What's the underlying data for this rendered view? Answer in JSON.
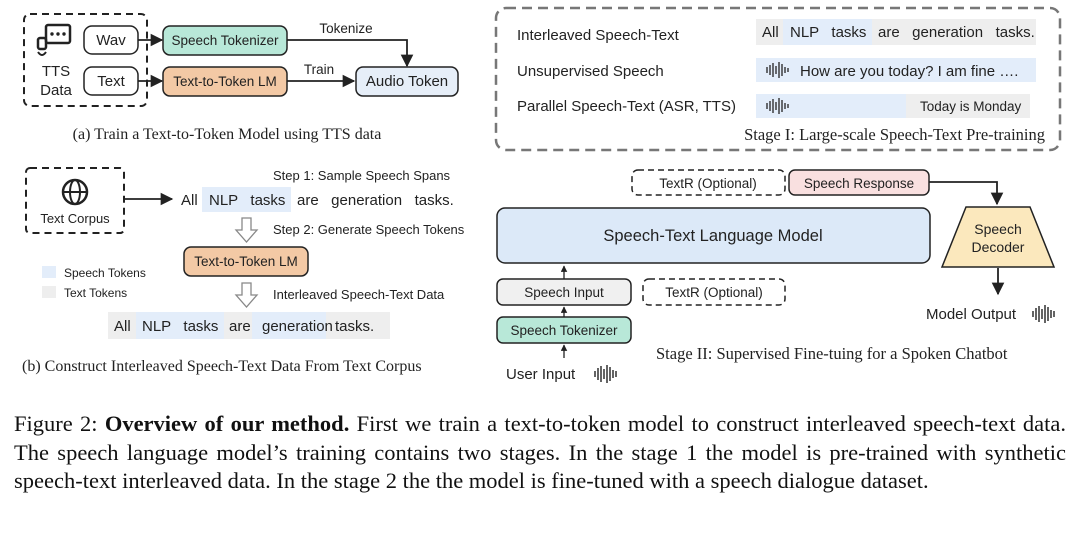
{
  "panel_a": {
    "tts_label_1": "TTS",
    "tts_label_2": "Data",
    "wav": "Wav",
    "text": "Text",
    "speech_tokenizer": "Speech Tokenizer",
    "t2t_lm": "Text-to-Token LM",
    "tokenize": "Tokenize",
    "train": "Train",
    "audio_token": "Audio Token",
    "caption": "(a) Train a Text-to-Token Model using TTS data"
  },
  "panel_b": {
    "text_corpus": "Text Corpus",
    "step1": "Step 1: Sample Speech Spans",
    "step2": "Step 2: Generate Speech Tokens",
    "step3": "Interleaved Speech-Text Data",
    "all": "All",
    "nlp_tasks": "NLP   tasks",
    "are_gen": "are   generation   tasks.",
    "t2t_lm": "Text-to-Token LM",
    "legend_speech": "Speech Tokens",
    "legend_text": "Text Tokens",
    "out_all": "All",
    "out_nlp_tasks": "NLP   tasks",
    "out_are": "are",
    "out_generation": "generation",
    "out_tasks": "tasks.",
    "caption": "(b) Construct Interleaved Speech-Text Data From Text Corpus"
  },
  "stage1": {
    "row1_label": "Interleaved Speech-Text",
    "row1_all": "All",
    "row1_nlp_tasks": "NLP   tasks",
    "row1_rest": "are   generation   tasks.",
    "row2_label": "Unsupervised Speech",
    "row2_text": "How are you today? I am fine ….",
    "row3_label": "Parallel Speech-Text (ASR, TTS)",
    "row3_text": "Today is Monday",
    "title": "Stage I:  Large-scale Speech-Text Pre-training"
  },
  "stage2": {
    "textr_top": "TextR (Optional)",
    "speech_response": "Speech Response",
    "slm": "Speech-Text Language Model",
    "decoder_1": "Speech",
    "decoder_2": "Decoder",
    "speech_input": "Speech Input",
    "textr_mid": "TextR (Optional)",
    "speech_tokenizer": "Speech Tokenizer",
    "user_input": "User Input",
    "model_output": "Model Output",
    "title": "Stage II:  Supervised Fine-tuing for a Spoken Chatbot"
  },
  "caption": {
    "prefix": "Figure 2:",
    "bold": "Overview of our method.",
    "body": "First we train a text-to-token model to construct interleaved speech-text data. The speech language model’s training contains two stages. In the stage 1 the model is pre-trained with synthetic speech-text interleaved data. In the stage 2 the the model is fine-tuned with a speech dialogue dataset."
  },
  "colors": {
    "tokenizer_fill": "#b8e8d8",
    "lm_fill": "#f3c9a5",
    "audio_fill": "#e6eef8",
    "speech_token": "#e3edfa",
    "text_token": "#eeeeee",
    "slm_fill": "#dce9f8",
    "response_fill": "#f9e0e0",
    "decoder_fill": "#fbe8bd"
  }
}
